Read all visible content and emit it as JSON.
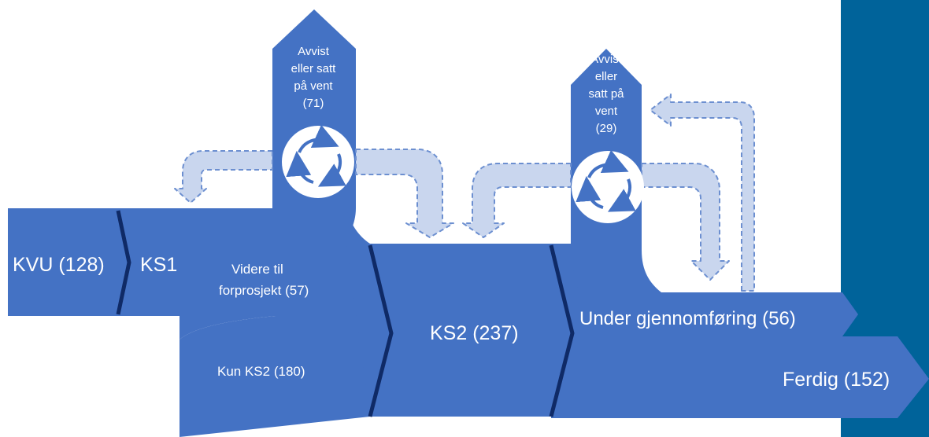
{
  "colors": {
    "flow": "#4472c4",
    "dark_divider": "#0f2a66",
    "side_panel": "#00639a",
    "dashed_arrow_fill": "#c9d6ee",
    "dashed_arrow_stroke": "#6c8fd0",
    "background": "#ffffff"
  },
  "stages": {
    "kvu": "KVU (128)",
    "ks1": "KS1",
    "videre_line1": "Videre til",
    "videre_line2": "forprosjekt (57)",
    "kun_ks2": "Kun KS2 (180)",
    "ks2": "KS2 (237)",
    "under_gjennomforing": "Under gjennomføring (56)",
    "ferdig": "Ferdig (152)"
  },
  "rejected_1": {
    "lines": [
      "Avvist",
      "eller satt",
      "på vent",
      "(71)"
    ]
  },
  "rejected_2": {
    "lines": [
      "Avvist",
      "eller",
      "satt på",
      "vent",
      "(29)"
    ]
  },
  "icons": {
    "cycle_1": "cycle-arrows-icon",
    "cycle_2": "cycle-arrows-icon"
  }
}
